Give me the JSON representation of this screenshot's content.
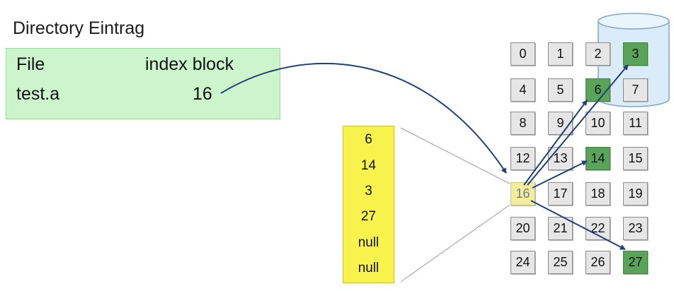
{
  "title": "Directory Eintrag",
  "directory_entry": {
    "col_file": "File",
    "col_index_block": "index block",
    "file_name": "test.a",
    "index_block_value": "16"
  },
  "index_block_entries": [
    "6",
    "14",
    "3",
    "27",
    "null",
    "null"
  ],
  "disk_blocks": [
    "0",
    "1",
    "2",
    "3",
    "4",
    "5",
    "6",
    "7",
    "8",
    "9",
    "10",
    "11",
    "12",
    "13",
    "14",
    "15",
    "16",
    "17",
    "18",
    "19",
    "20",
    "21",
    "22",
    "23",
    "24",
    "25",
    "26",
    "27"
  ],
  "used_blocks": [
    "3",
    "6",
    "14",
    "27"
  ],
  "index_block": "16",
  "colors": {
    "directory_bg": "#ccf5cc",
    "index_list_bg": "#f8f24c",
    "used_block": "#5aa35a",
    "index_block": "#f3eda0",
    "free_block": "#e6e6e6",
    "arrow": "#1f3f7a",
    "disk": "#d9ecf7"
  }
}
